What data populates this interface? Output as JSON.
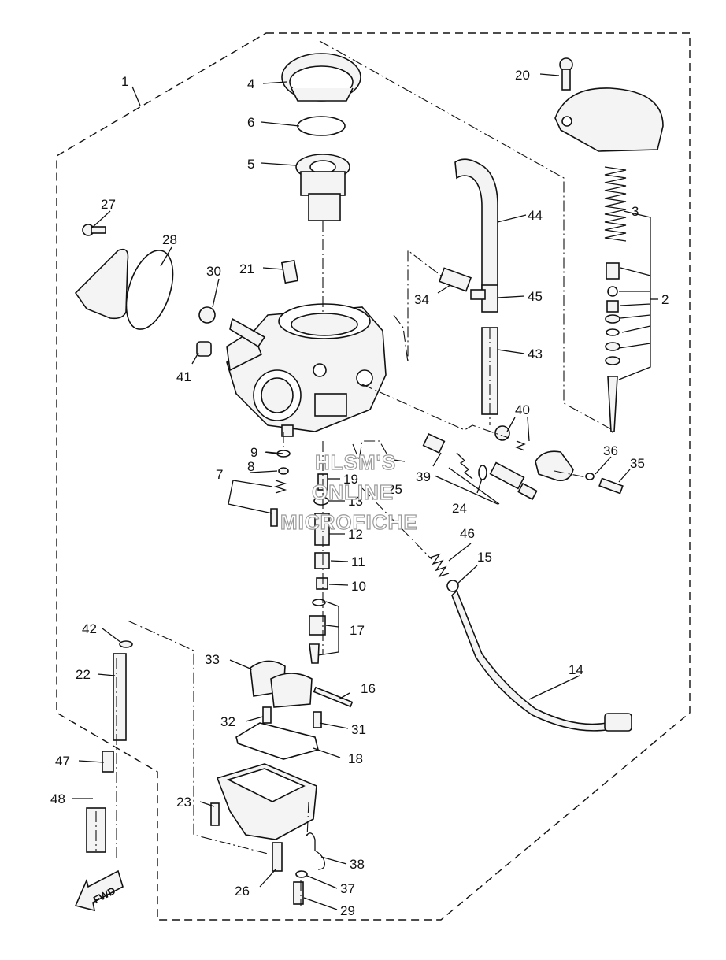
{
  "callouts": {
    "c1": "1",
    "c2": "2",
    "c3": "3",
    "c4": "4",
    "c5": "5",
    "c6": "6",
    "c7": "7",
    "c8": "8",
    "c9": "9",
    "c10": "10",
    "c11": "11",
    "c12": "12",
    "c13": "13",
    "c14": "14",
    "c15": "15",
    "c16": "16",
    "c17": "17",
    "c18": "18",
    "c19": "19",
    "c20": "20",
    "c21": "21",
    "c22": "22",
    "c23": "23",
    "c24": "24",
    "c25": "25",
    "c26": "26",
    "c27": "27",
    "c28": "28",
    "c29": "29",
    "c30": "30",
    "c31": "31",
    "c32": "32",
    "c33": "33",
    "c34": "34",
    "c35": "35",
    "c36": "36",
    "c37": "37",
    "c38": "38",
    "c39": "39",
    "c40": "40",
    "c41": "41",
    "c42": "42",
    "c43": "43",
    "c44": "44",
    "c45": "45",
    "c46": "46",
    "c47": "47",
    "c48": "48"
  },
  "watermark": {
    "line1": "HLSM'S",
    "line2": "ONLINE",
    "line3": "MICROFICHE"
  },
  "direction_marker": {
    "label": "FWD"
  }
}
